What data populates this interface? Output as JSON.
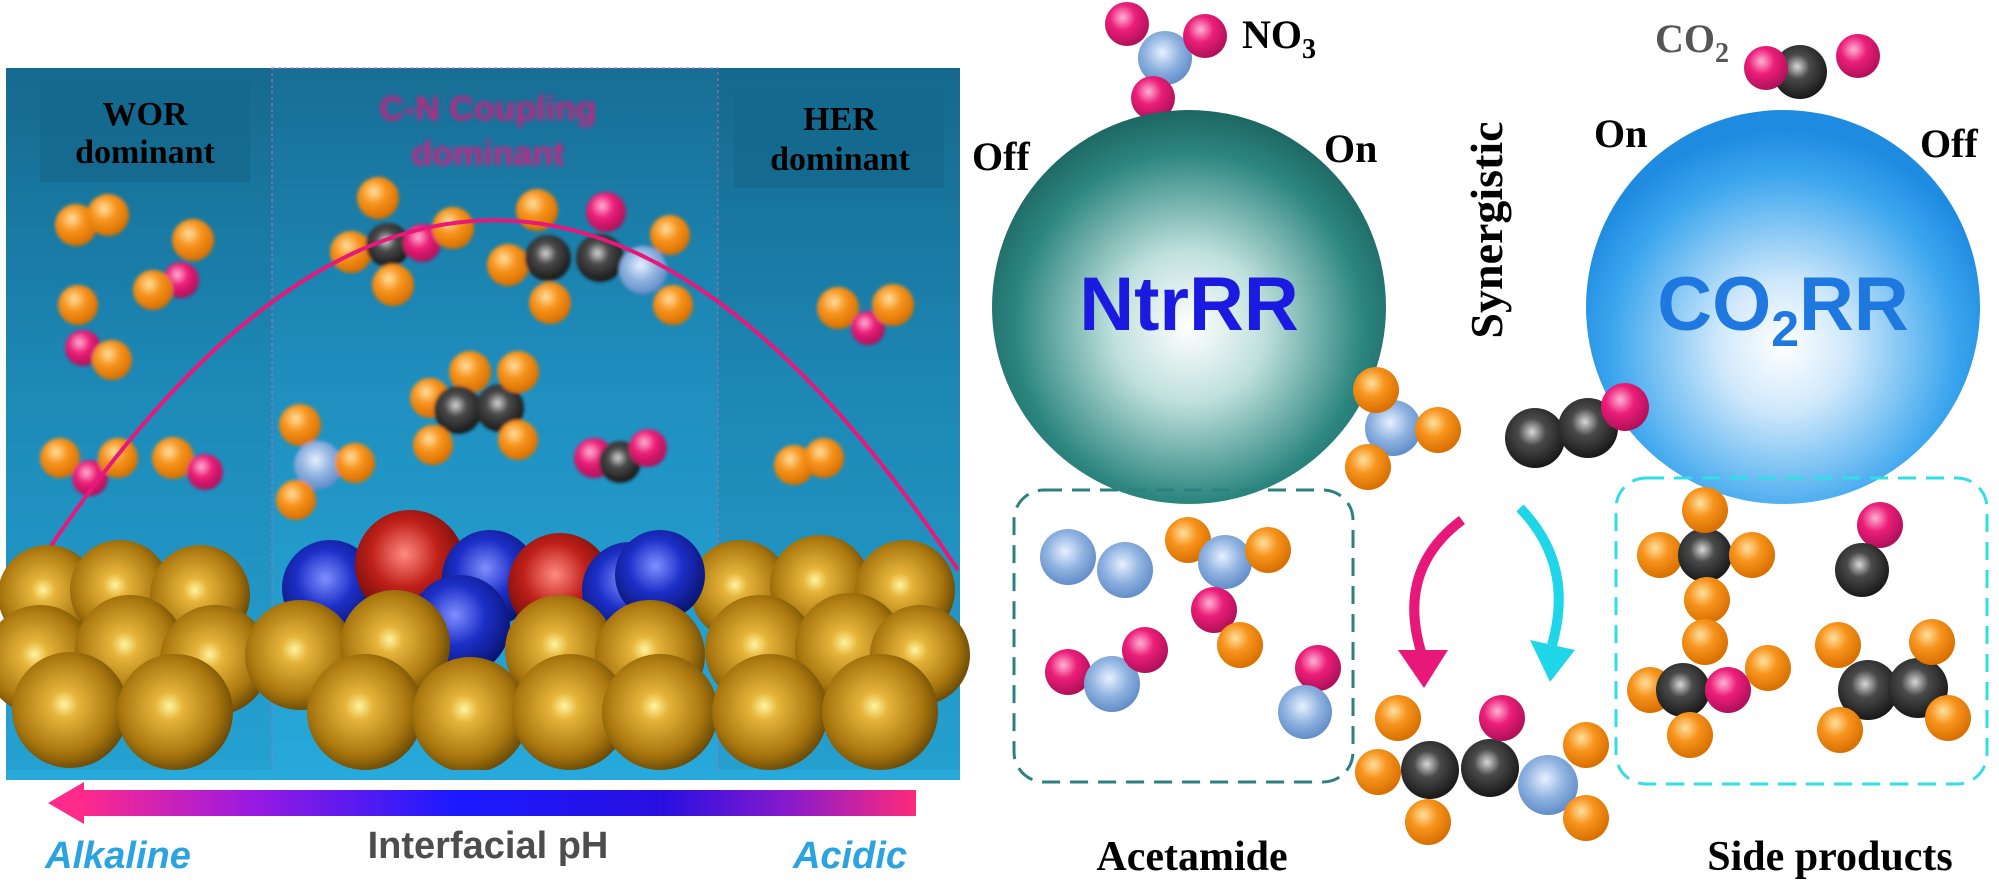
{
  "left_panel": {
    "zones": [
      {
        "line1": "WOR",
        "line2": "dominant"
      },
      {
        "line1": "C-N Coupling",
        "line2": "dominant"
      },
      {
        "line1": "HER",
        "line2": "dominant"
      }
    ],
    "axis_label": "Interfacial pH",
    "axis_left": "Alkaline",
    "axis_right": "Acidic"
  },
  "right_panel": {
    "no3_label": "NO",
    "no3_sub": "3",
    "co2_label": "CO",
    "co2_sub": "2",
    "ntrrr_label": "NtrRR",
    "co2rr_main": "CO",
    "co2rr_sub": "2",
    "co2rr_tail": "RR",
    "ntrrr_off": "Off",
    "ntrrr_on": "On",
    "co2rr_on": "On",
    "co2rr_off": "Off",
    "synergistic": "Synergistic",
    "acetamide": "Acetamide",
    "side_products": "Side products"
  },
  "colors": {
    "panel_bg": "#1f8fbf",
    "gold_atom": "#b8860b",
    "blue_atom": "#1c2fc8",
    "red_atom": "#c0201a",
    "oxygen": "#ec1e79",
    "hydrogen": "#f7941d",
    "carbon": "#2e2e2e",
    "nitrogen": "#8fb3e0",
    "ntrrr_sphere": "#2b7f7f",
    "co2rr_sphere": "#2f9be8",
    "arrow_pink": "#e8187a",
    "arrow_cyan": "#1fd6e8"
  }
}
